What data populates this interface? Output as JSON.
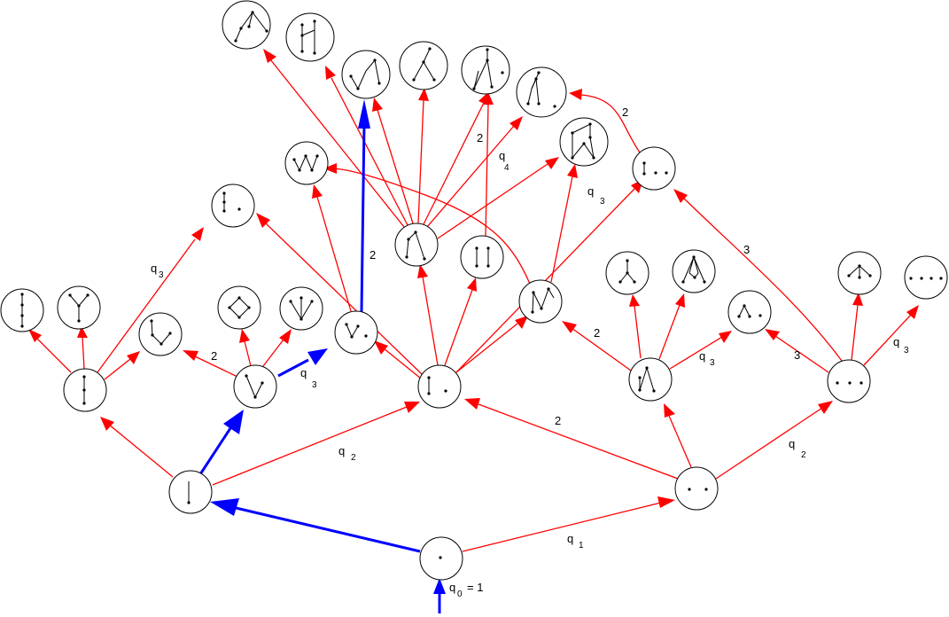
{
  "colors": {
    "edge": "#ff0000",
    "highlight": "#0000ff",
    "node_stroke": "#000000",
    "background": "#ffffff"
  },
  "labels": {
    "q0": "q",
    "q0_sub": "0",
    "q0_eq": "= 1",
    "q1": "q",
    "q1_sub": "1",
    "q2a": "q",
    "q2a_sub": "2",
    "q2b": "q",
    "q2b_sub": "2",
    "q3a": "q",
    "q3a_sub": "3",
    "q3b": "q",
    "q3b_sub": "3",
    "q3c": "q",
    "q3c_sub": "3",
    "q3d": "q",
    "q3d_sub": "3",
    "q3e": "q",
    "q3e_sub": "3",
    "q4": "q",
    "q4_sub": "4",
    "m2a": "2",
    "m2b": "2",
    "m2c": "2",
    "m2d": "2",
    "m2e": "2",
    "m2f": "2",
    "m3a": "3",
    "m3b": "3"
  }
}
